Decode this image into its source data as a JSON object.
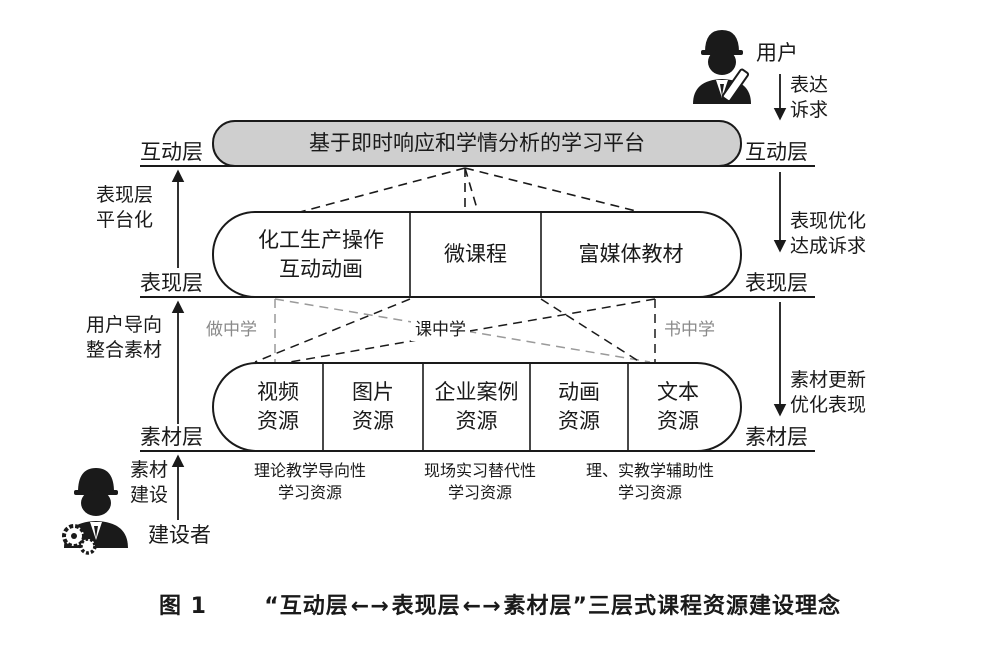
{
  "user_label": "用户",
  "builder_label": "建设者",
  "right_annotations": {
    "express": "表达\n诉求",
    "optimize_reach": "表现优化\n达成诉求",
    "optimize_material": "素材更新\n优化表现"
  },
  "left_annotations": {
    "platformize": "表现层\n平台化",
    "user_oriented": "用户导向\n整合素材",
    "material_build": "素材\n建设"
  },
  "layers": {
    "interaction": "互动层",
    "presentation": "表现层",
    "material": "素材层"
  },
  "platform_title": "基于即时响应和学情分析的学习平台",
  "presentation_cells": [
    "化工生产操作\n互动动画",
    "微课程",
    "富媒体教材"
  ],
  "material_cells": [
    "视频\n资源",
    "图片\n资源",
    "企业案例\n资源",
    "动画\n资源",
    "文本\n资源"
  ],
  "learning_modes": {
    "left": "做中学",
    "center": "课中学",
    "right": "书中学"
  },
  "resource_notes": [
    "理论教学导向性\n学习资源",
    "现场实习替代性\n学习资源",
    "理、实教学辅助性\n学习资源"
  ],
  "caption": {
    "figure_no": "图 1",
    "part1": "“互动层",
    "part2": "表现层",
    "part3": "素材层”三层式课程资源建设理念",
    "arrow": "←→"
  },
  "colors": {
    "platform_fill": "#cfcfcf",
    "line": "#1a1a1a",
    "gray_dash": "#9a9a9a"
  }
}
